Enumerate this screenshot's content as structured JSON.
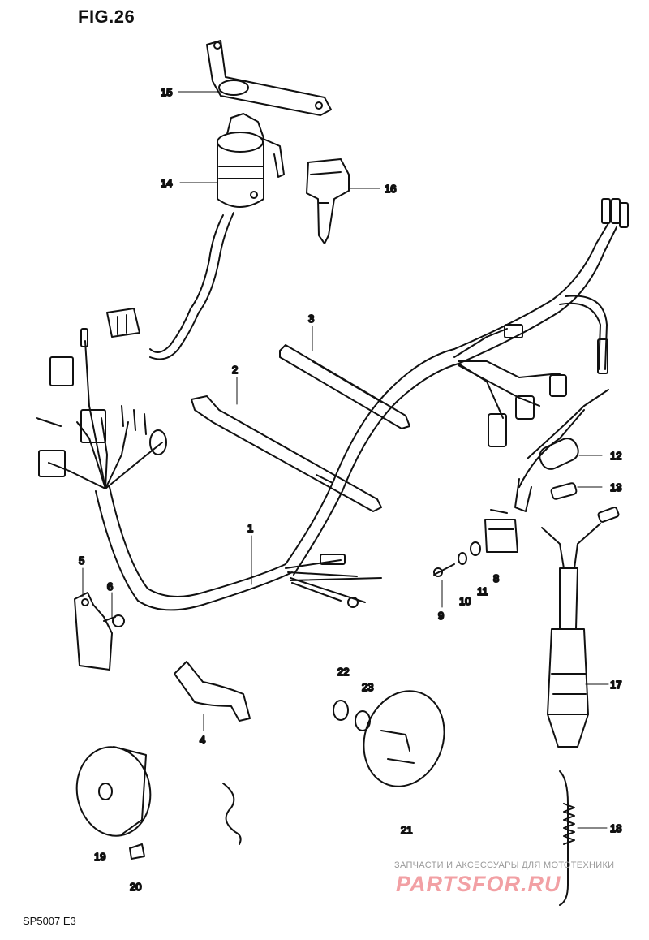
{
  "figure": {
    "title": "FIG.26",
    "footer_code": "SP5007 E3"
  },
  "callouts": [
    {
      "id": "p1",
      "label": "1"
    },
    {
      "id": "p2",
      "label": "2"
    },
    {
      "id": "p3",
      "label": "3"
    },
    {
      "id": "p4",
      "label": "4"
    },
    {
      "id": "p5",
      "label": "5"
    },
    {
      "id": "p6",
      "label": "6"
    },
    {
      "id": "p8",
      "label": "8"
    },
    {
      "id": "p9",
      "label": "9"
    },
    {
      "id": "p10",
      "label": "10"
    },
    {
      "id": "p11",
      "label": "11"
    },
    {
      "id": "p12",
      "label": "12"
    },
    {
      "id": "p13",
      "label": "13"
    },
    {
      "id": "p14",
      "label": "14"
    },
    {
      "id": "p15",
      "label": "15"
    },
    {
      "id": "p16",
      "label": "16"
    },
    {
      "id": "p17",
      "label": "17"
    },
    {
      "id": "p18",
      "label": "18"
    },
    {
      "id": "p19",
      "label": "19"
    },
    {
      "id": "p20",
      "label": "20"
    },
    {
      "id": "p21",
      "label": "21"
    },
    {
      "id": "p22",
      "label": "22"
    },
    {
      "id": "p23",
      "label": "23"
    }
  ],
  "watermark": {
    "tagline": "ЗАПЧАСТИ И АКСЕССУАРЫ ДЛЯ МОТОТЕХНИКИ",
    "brand": "PARTSFOR.RU",
    "color": "#f2a0a4"
  }
}
